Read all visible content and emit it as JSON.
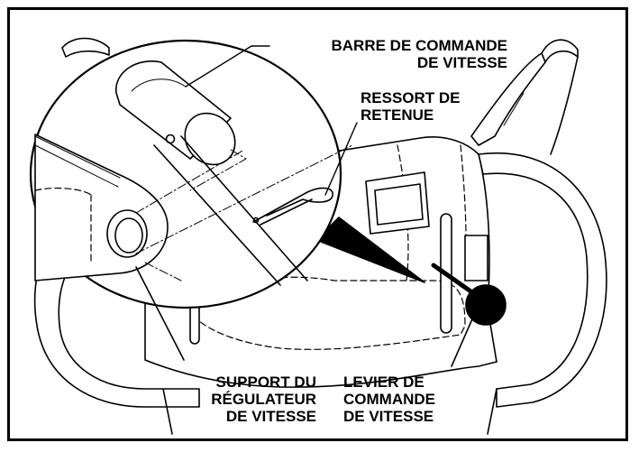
{
  "labels": {
    "speed_control_rod": [
      "BARRE DE COMMANDE",
      "DE VITESSE"
    ],
    "retaining_spring": [
      "RESSORT DE",
      "RETENUE"
    ],
    "speed_regulator_support": [
      "SUPPORT DU",
      "RÉGULATEUR",
      "DE VITESSE"
    ],
    "speed_control_lever": [
      "LEVIER DE",
      "COMMANDE",
      "DE VITESSE"
    ]
  }
}
